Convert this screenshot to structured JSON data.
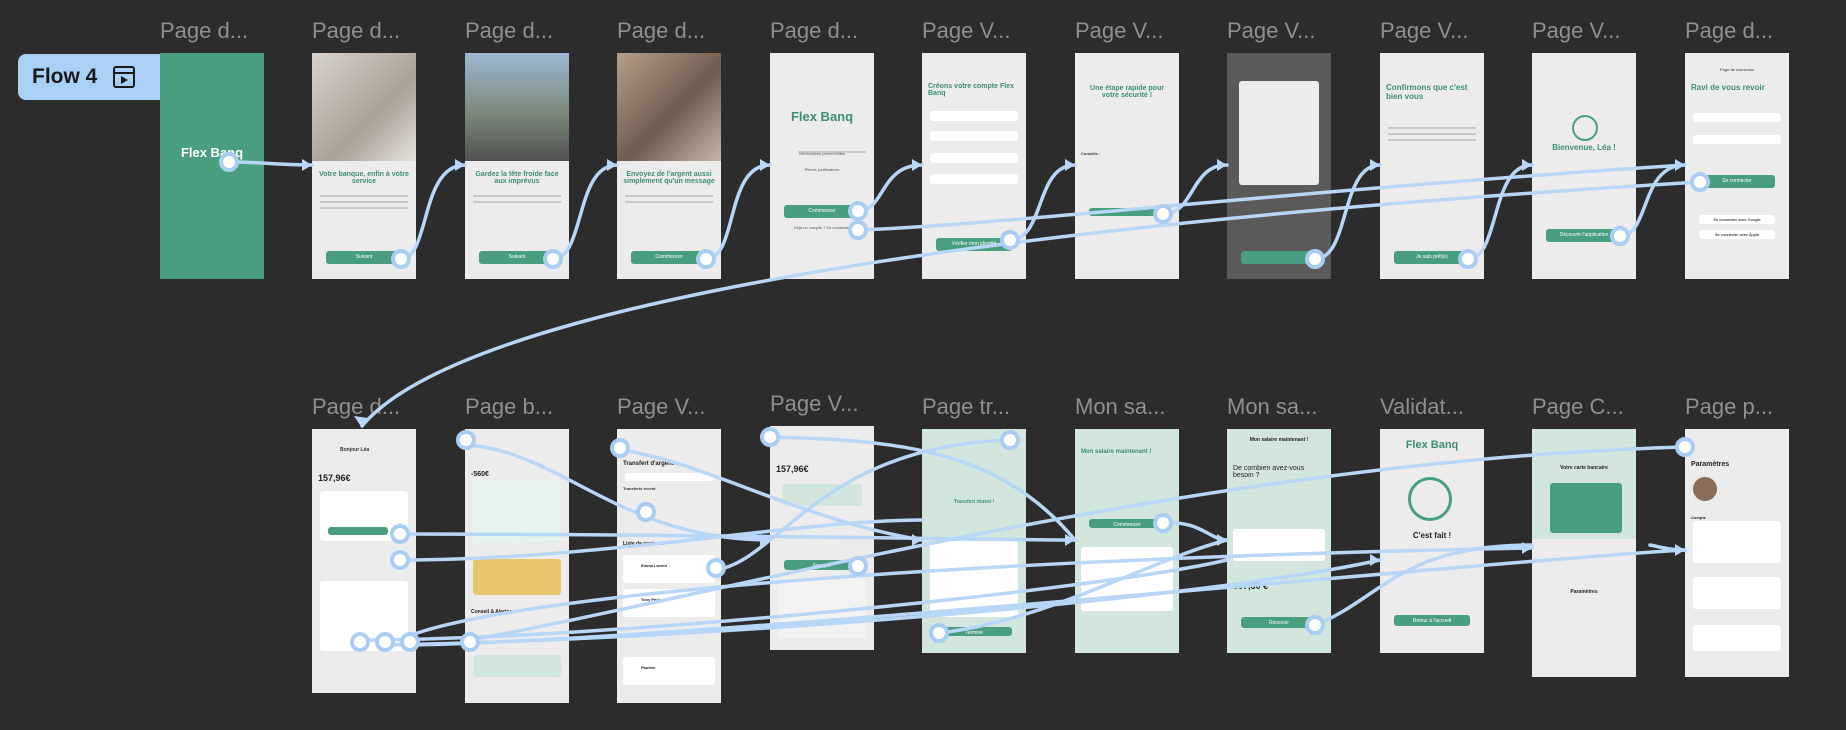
{
  "flow": {
    "label": "Flow 4",
    "icon": "play-frame-icon"
  },
  "row1_labels": [
    "Page d...",
    "Page d...",
    "Page d...",
    "Page d...",
    "Page d...",
    "Page V...",
    "Page V...",
    "Page V...",
    "Page V...",
    "Page V...",
    "Page d..."
  ],
  "row2_labels": [
    "Page d...",
    "Page b...",
    "Page V...",
    "Page V...",
    "Page tr...",
    "Mon sa...",
    "Mon sa...",
    "Validat...",
    "Page C...",
    "Page p..."
  ],
  "screens": {
    "splash_logo": "Flex Banq",
    "onb1_title": "Votre banque, enfin à votre service",
    "onb2_title": "Gardez la tête froide face aux imprévus",
    "onb3_title": "Envoyez de l'argent aussi simplement qu'un message",
    "onb_button": "Suivant",
    "onb3_button": "Commencer",
    "home_logo": "Flex Banq",
    "home_step1": "Informations personnelles",
    "home_step2": "Pièces justificatives",
    "home_primary": "Commencer",
    "home_secondary": "Déjà un compte ? Se connecter",
    "create_title": "Créons votre compte Flex Banq",
    "create_button": "Vérifier mon identité",
    "security_title": "Une étape rapide pour votre sécurité !",
    "security_sub": "Conseils :",
    "confirm_title": "Confirmons que c'est bien vous",
    "confirm_button": "Je suis prêt(e)",
    "welcome_title": "Bienvenue, Léa !",
    "welcome_button": "Découvrir l'application",
    "login_title": "Ravi de vous revoir",
    "login_header": "Page de connexion",
    "login_button": "Se connecter",
    "login_google": "Se connecter avec Google",
    "login_apple": "Se connecter avec Apple",
    "dash_greeting": "Bonjour Léa",
    "dash_balance": "157,96€",
    "budget_amount": "-560€",
    "budget_title": "Conseil & Alertes",
    "transfer_title": "Transfert d'argent",
    "transfer_recent": "Transferts récent",
    "transfer_contacts": "Liste de contacts",
    "contact1": "Emma Lavent",
    "contact2": "Tony Parker",
    "contact3": "Pauline",
    "pad_amount": "157,96€",
    "pad_button": "Envoyer",
    "sent_title": "Transfert réussi !",
    "sent_button": "Terminé",
    "salary_title": "Mon salaire maintenant !",
    "salary_button": "Commencer",
    "salary2_title": "Mon salaire maintenant !",
    "salary2_q": "De combien avez-vous besoin ?",
    "salary2_amount": "507,50 €",
    "salary2_button": "Recevoir",
    "valid_logo": "Flex Banq",
    "valid_title": "C'est fait !",
    "valid_button": "Retour à l'accueil",
    "card_title": "Votre carte bancaire",
    "card_params": "Paramètres",
    "profile_title": "Paramètres",
    "profile_section": "Compte"
  },
  "colors": {
    "bg": "#2c2c2c",
    "accent": "#4a9e80",
    "flow_tag": "#aad0f5",
    "connector": "#b8d6f7"
  }
}
